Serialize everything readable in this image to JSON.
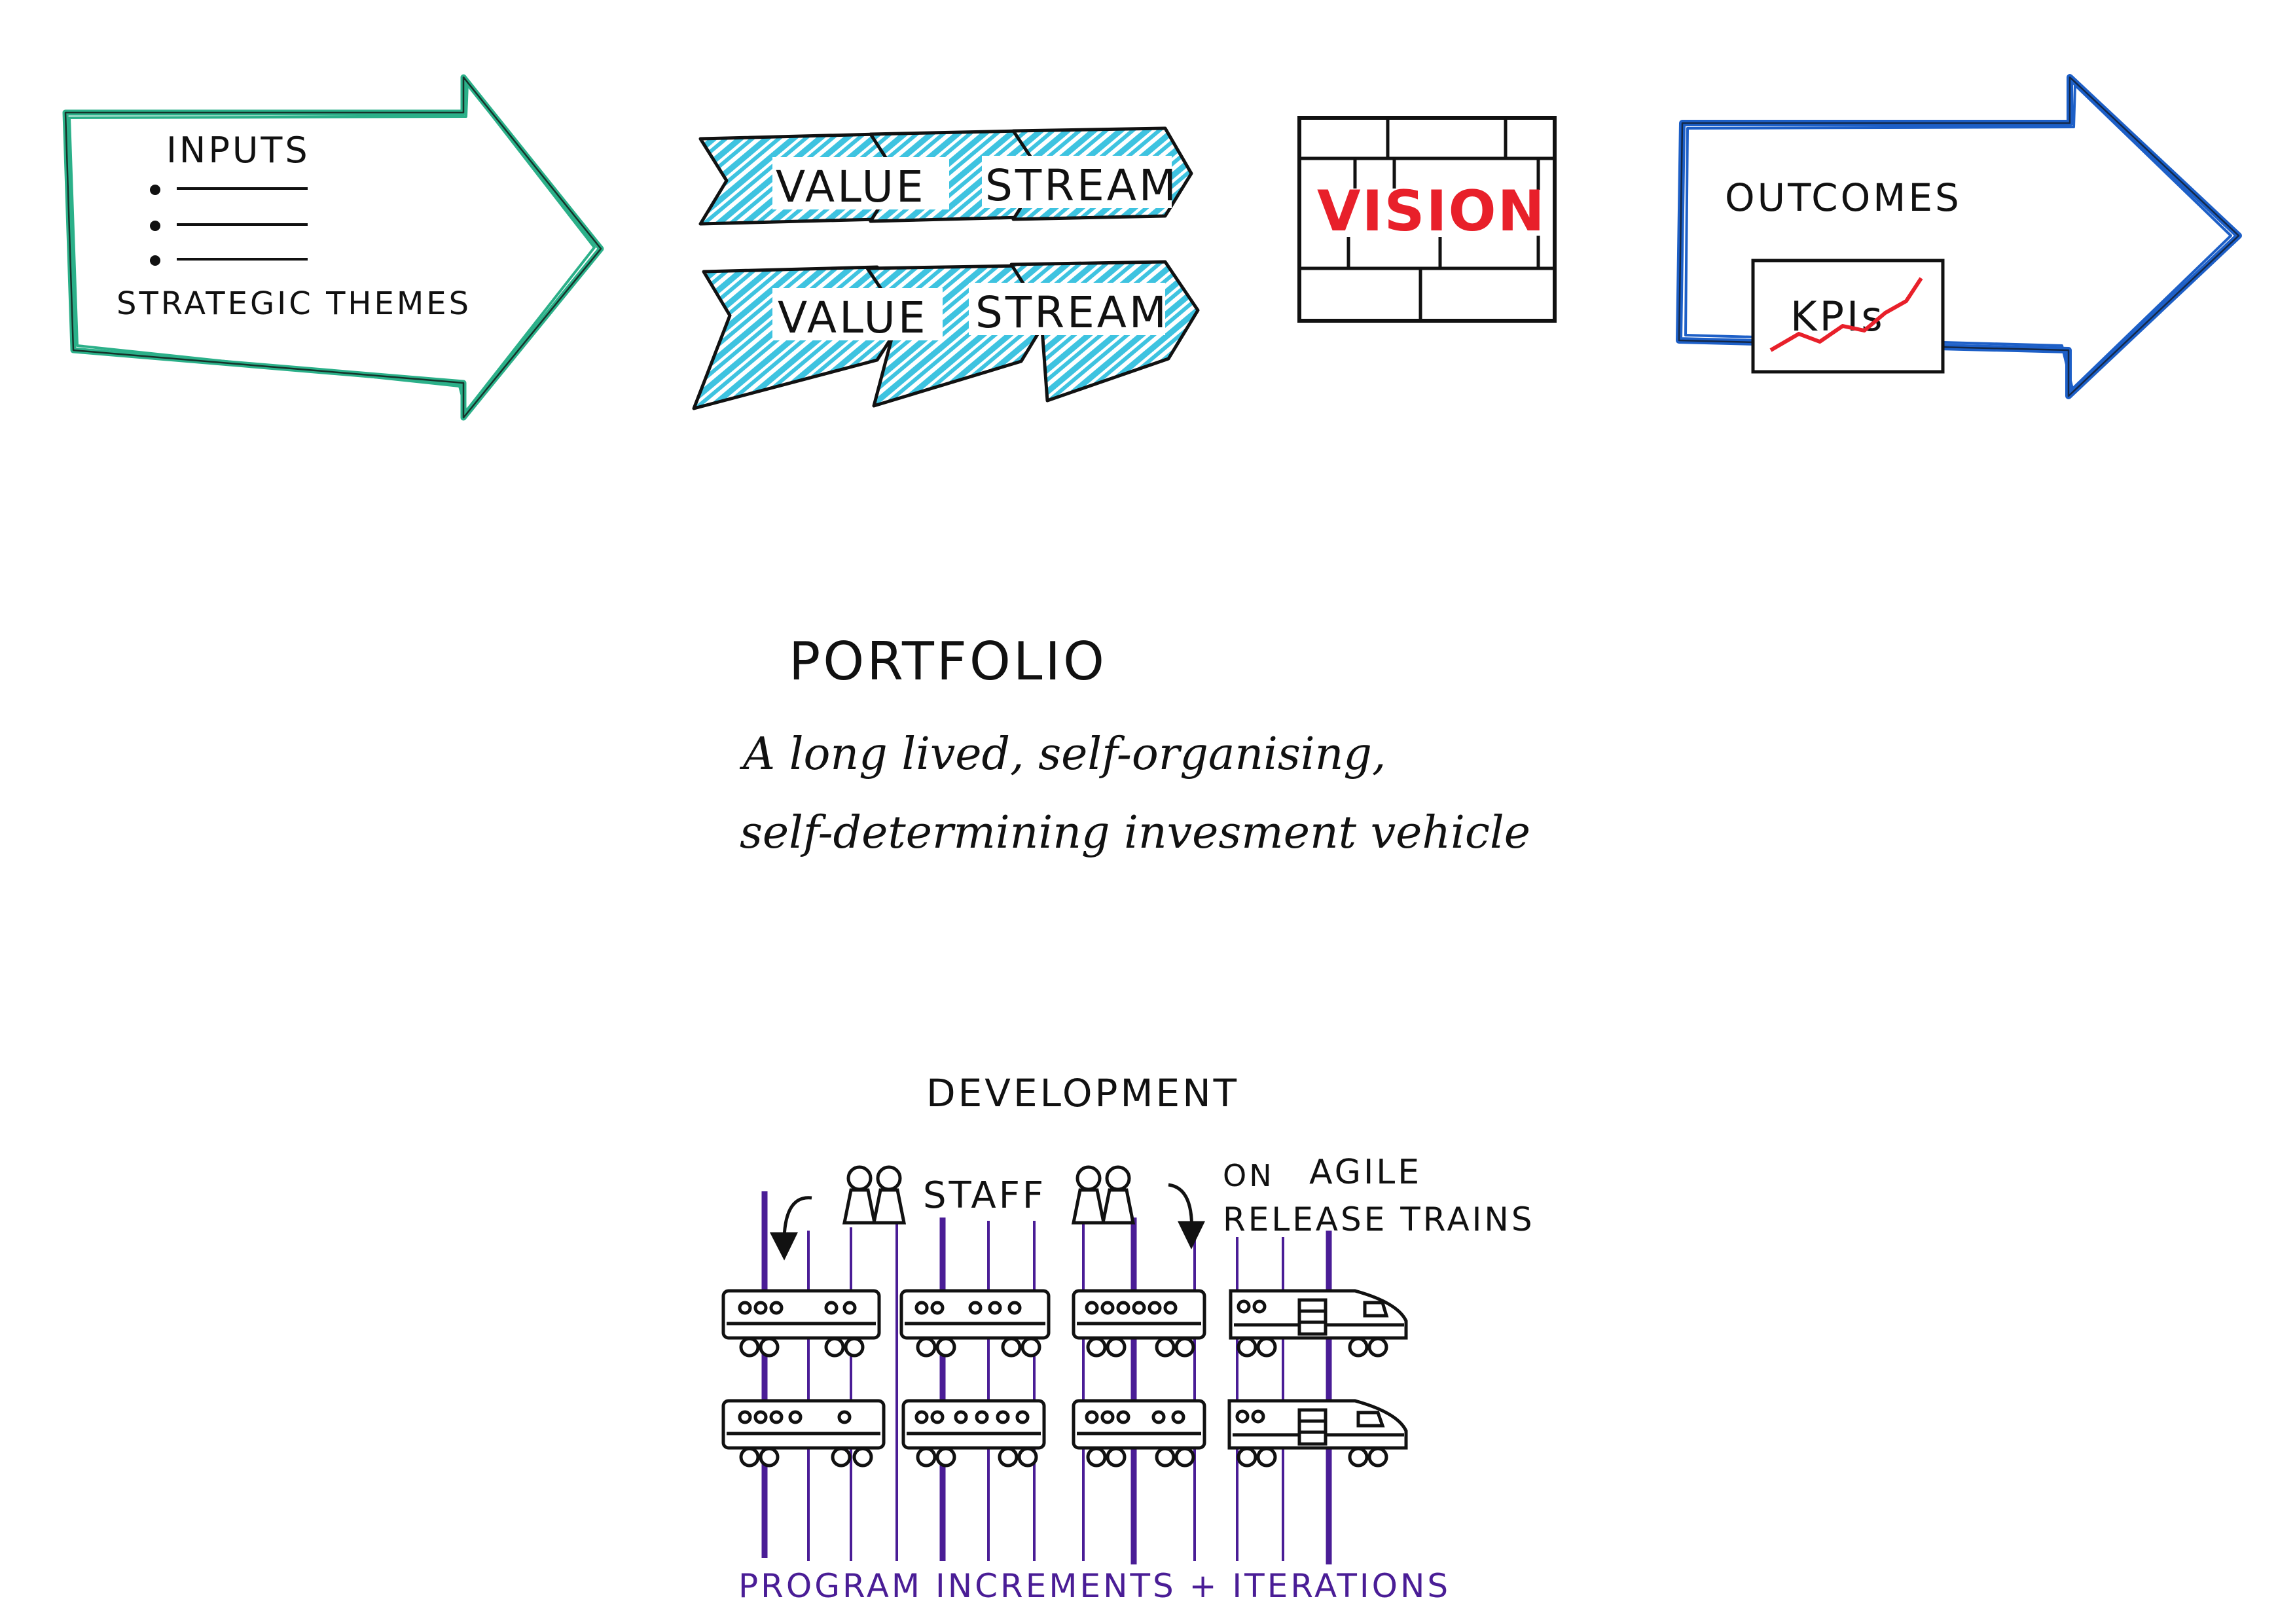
{
  "colors": {
    "ink": "#111111",
    "teal": "#2bb089",
    "cyan": "#3ec3e0",
    "red": "#e8202a",
    "blue": "#1d5fc7",
    "purple": "#4a1d96"
  },
  "inputs": {
    "title": "INPUTS",
    "bullets": [
      "",
      "",
      ""
    ],
    "themes": "STRATEGIC THEMES"
  },
  "value_streams": [
    {
      "word1": "VALUE",
      "word2": "STREAM"
    },
    {
      "word1": "VALUE",
      "word2": "STREAM"
    }
  ],
  "vision": {
    "label": "VISION"
  },
  "outcomes": {
    "title": "OUTCOMES",
    "kpis": "KPIs"
  },
  "portfolio": {
    "title": "PORTFOLIO",
    "line1": "A long lived, self-organising,",
    "line2": "self-determining invesment vehicle"
  },
  "development": {
    "title": "DEVELOPMENT",
    "staff": "STAFF",
    "on": "ON",
    "agile": "AGILE",
    "release_trains": "RELEASE TRAINS",
    "footer": "PROGRAM INCREMENTS + ITERATIONS"
  },
  "icons": [
    "person-icon",
    "arrow-down-icon",
    "train-car-icon",
    "locomotive-icon"
  ]
}
